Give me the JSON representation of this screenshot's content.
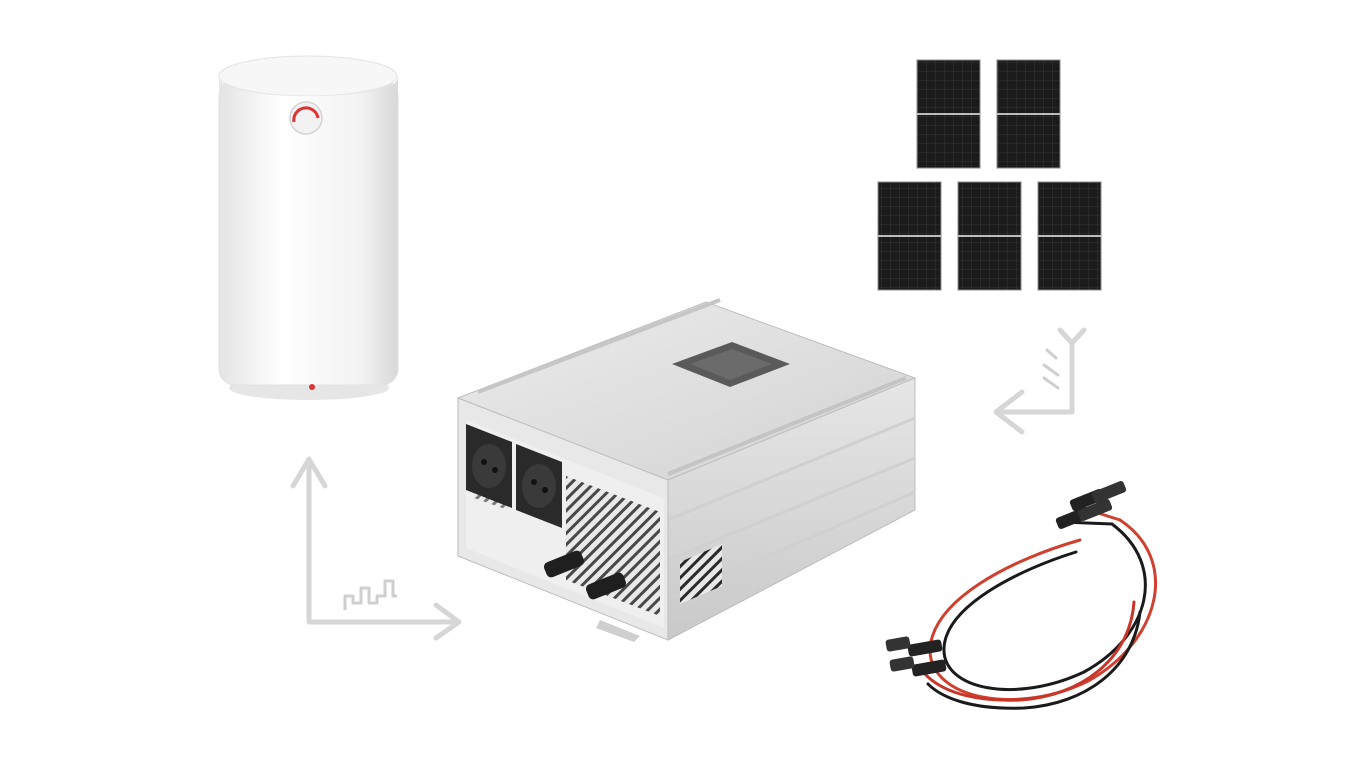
{
  "diagram": {
    "components": [
      {
        "id": "water-heater",
        "icon": "water-heater-icon"
      },
      {
        "id": "solar-panels",
        "icon": "solar-panel-icon",
        "count": 5
      },
      {
        "id": "inverter",
        "icon": "inverter-icon",
        "sockets": 2
      },
      {
        "id": "cables",
        "icon": "cable-icon"
      }
    ],
    "flows": [
      {
        "from": "solar-panels",
        "to": "inverter",
        "symbol": "dc-symbol"
      },
      {
        "from": "inverter",
        "to": "water-heater",
        "symbol": "ac-square-wave-symbol"
      }
    ]
  },
  "colors": {
    "background": "#ffffff",
    "arrow": "#d6d6d6",
    "panel": "#1b1b1b",
    "inverter_body": "#d9d9d9",
    "heater_body": "#f4f4f4",
    "cable_red": "#d0402e",
    "cable_black": "#1a1a1a"
  }
}
